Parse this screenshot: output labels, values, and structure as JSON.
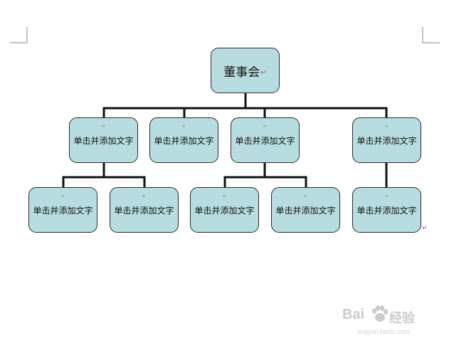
{
  "diagram": {
    "root": {
      "label": "董事会"
    },
    "level1": [
      {
        "label": "单击并添加文字"
      },
      {
        "label": "单击并添加文字"
      },
      {
        "label": "单击并添加文字"
      },
      {
        "label": "单击并添加文字"
      }
    ],
    "level2": [
      {
        "label": "单击并添加文字"
      },
      {
        "label": "单击并添加文字"
      },
      {
        "label": "单击并添加文字"
      },
      {
        "label": "单击并添加文字"
      },
      {
        "label": "单击并添加文字"
      }
    ],
    "root_return_mark": "↵",
    "end_paragraph_mark": "↵",
    "node_marker": "↵",
    "colors": {
      "box_fill": "#b7dde0",
      "box_border": "#2b2b2b",
      "connector": "#111111"
    }
  },
  "watermark": {
    "brand_left": "Bai",
    "brand_right": "经验",
    "url": "jingyan.baidu.com"
  }
}
